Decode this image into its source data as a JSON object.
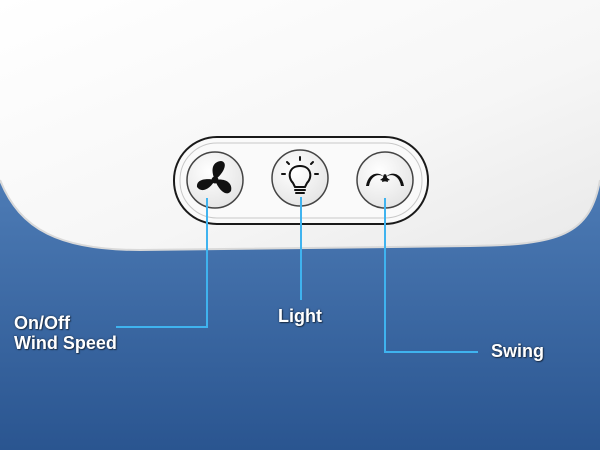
{
  "labels": {
    "onoff_line1": "On/Off",
    "onoff_line2": "Wind Speed",
    "light": "Light",
    "swing": "Swing"
  },
  "colors": {
    "background_top": "#5a86bf",
    "background_bottom": "#2c5a92",
    "panel": "#f7f7f7",
    "callout_line": "#3fb3ef",
    "icon": "#111111"
  },
  "icons": [
    "fan-icon",
    "light-bulb-icon",
    "swing-arrows-icon"
  ]
}
